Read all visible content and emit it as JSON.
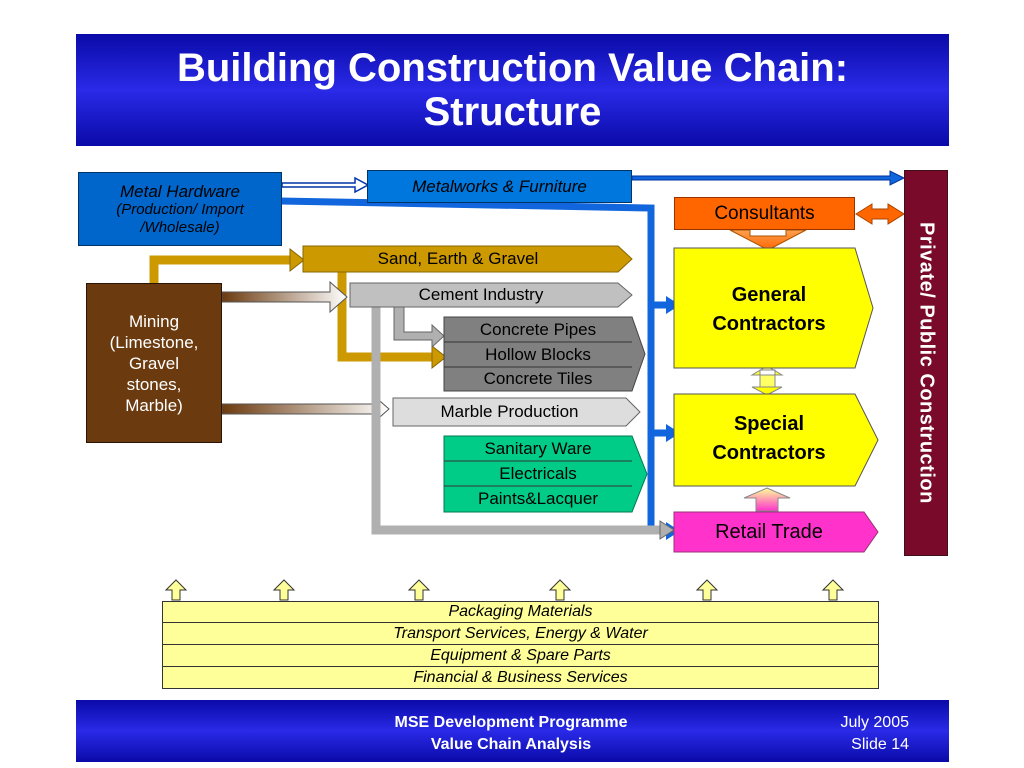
{
  "title": "Building Construction Value Chain:\nStructure",
  "footer": {
    "programme": "MSE Development Programme",
    "analysis": "Value Chain Analysis",
    "date": "July 2005",
    "slide": "Slide 14"
  },
  "nodes": {
    "metal_hardware": {
      "line1": "Metal Hardware",
      "line2": "(Production/  Import",
      "line3": "/Wholesale)"
    },
    "metalworks": "Metalworks & Furniture",
    "sand": "Sand, Earth & Gravel",
    "cement": "Cement Industry",
    "mining": {
      "line1": "Mining",
      "line2": "(Limestone,",
      "line3": "Gravel",
      "line4": "stones,",
      "line5": "Marble)"
    },
    "concrete_group": [
      "Concrete Pipes",
      "Hollow Blocks",
      "Concrete Tiles"
    ],
    "marble": "Marble Production",
    "sanitary_group": [
      "Sanitary Ware",
      "Electricals",
      "Paints&Lacquer"
    ],
    "consultants": "Consultants",
    "general_contractors": {
      "line1": "General",
      "line2": "Contractors"
    },
    "special_contractors": {
      "line1": "Special",
      "line2": "Contractors"
    },
    "retail_trade": "Retail Trade",
    "private_public": "Private/ Public Construction"
  },
  "support_services": [
    "Packaging Materials",
    "Transport Services, Energy & Water",
    "Equipment & Spare Parts",
    "Financial & Business Services"
  ],
  "colors": {
    "title_band": "#1a1ad8",
    "metal_hardware": "#0066cc",
    "metalworks": "#0077dd",
    "sand": "#cc9900",
    "cement": "#c0c0c0",
    "mining": "#6b3a0f",
    "concrete": "#808080",
    "sanitary": "#00cc88",
    "consultants": "#ff6600",
    "contractors": "#ffff00",
    "retail": "#ff33cc",
    "private_public": "#7a0a2a",
    "support": "#ffff99"
  }
}
